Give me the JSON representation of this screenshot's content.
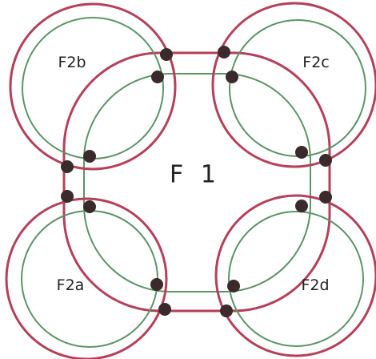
{
  "labels": {
    "f1": "F 1",
    "f2a": "F2a",
    "f2b": "F2b",
    "f2c": "F2c",
    "f2d": "F2d"
  },
  "colors": {
    "outer_ring": "#b5405a",
    "inner_ring": "#5c9466",
    "intersection_dot": "#3a2a2c",
    "background": "#ffffff"
  }
}
